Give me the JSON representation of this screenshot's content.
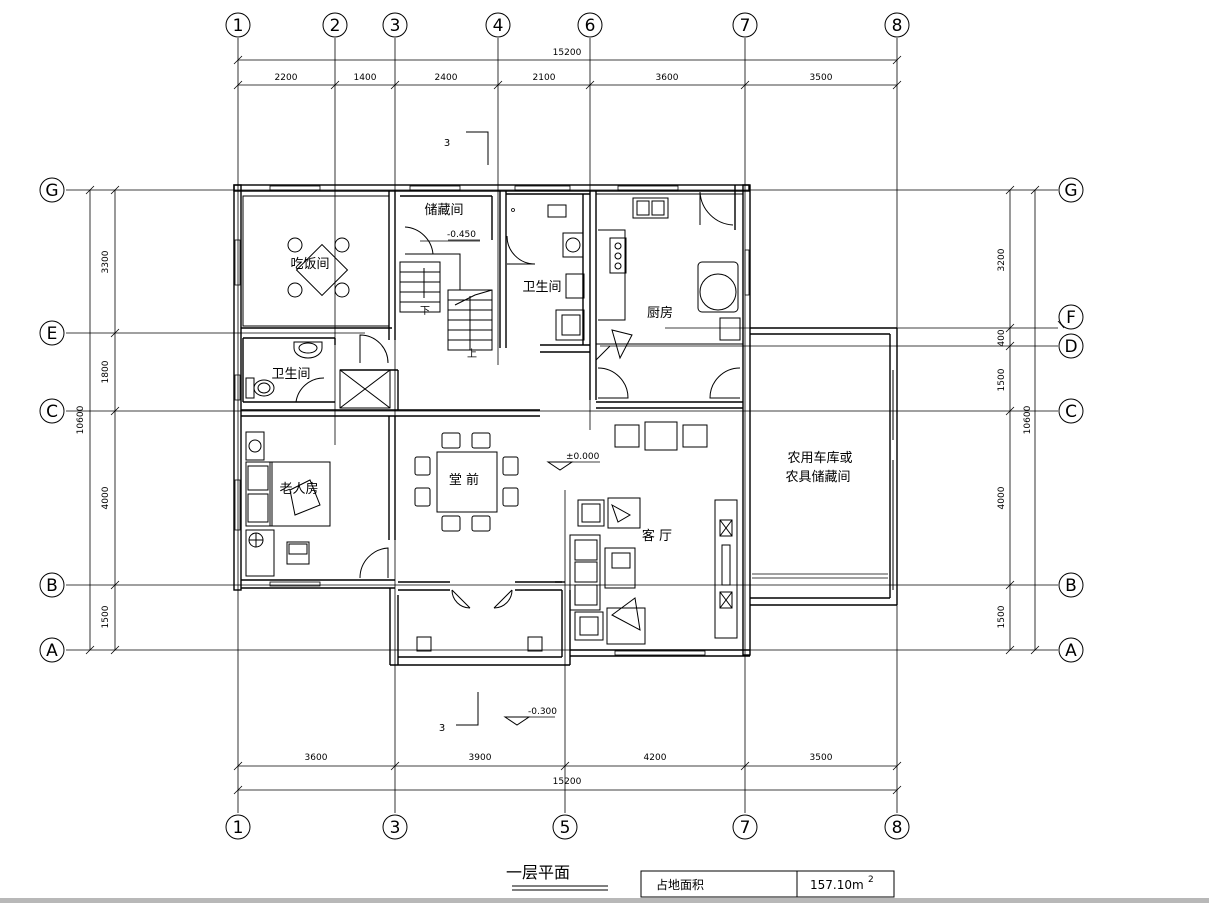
{
  "axes_top": [
    "1",
    "2",
    "3",
    "4",
    "6",
    "7",
    "8"
  ],
  "axes_bottom": [
    "1",
    "3",
    "5",
    "7",
    "8"
  ],
  "axes_rows": [
    "G",
    "E",
    "C",
    "B",
    "A"
  ],
  "axes_right": [
    "G",
    "F",
    "D",
    "C",
    "B",
    "A"
  ],
  "dims_top_total": "15200",
  "dims_top": [
    "2200",
    "1400",
    "2400",
    "2100",
    "3600",
    "3500"
  ],
  "dims_bottom": [
    "3600",
    "3900",
    "4200",
    "3500"
  ],
  "dims_bottom_total": "15200",
  "dims_left": [
    "3300",
    "1800",
    "4000",
    "1500"
  ],
  "dims_left_total": "10600",
  "dims_right": [
    "3200",
    "400",
    "1500",
    "4000",
    "1500"
  ],
  "dims_right_total": "10600",
  "rooms": {
    "dining_room": "吃饭间",
    "storage": "储藏间",
    "bathroom_upper": "卫生间",
    "kitchen": "厨房",
    "bathroom_left": "卫生间",
    "elder_room": "老人房",
    "hall": "堂 前",
    "living_room": "客 厅",
    "garage_line1": "农用车库或",
    "garage_line2": "农具储藏间",
    "stair_down": "下",
    "stair_up": "上"
  },
  "levels": {
    "stair_level": "-0.450",
    "floor_level": "±0.000",
    "outside_level": "-0.300"
  },
  "section_marks": [
    "3",
    "3"
  ],
  "drawing_title": "一层平面",
  "table": {
    "label": "占地面积",
    "value": "157.10m",
    "sup": "2"
  }
}
